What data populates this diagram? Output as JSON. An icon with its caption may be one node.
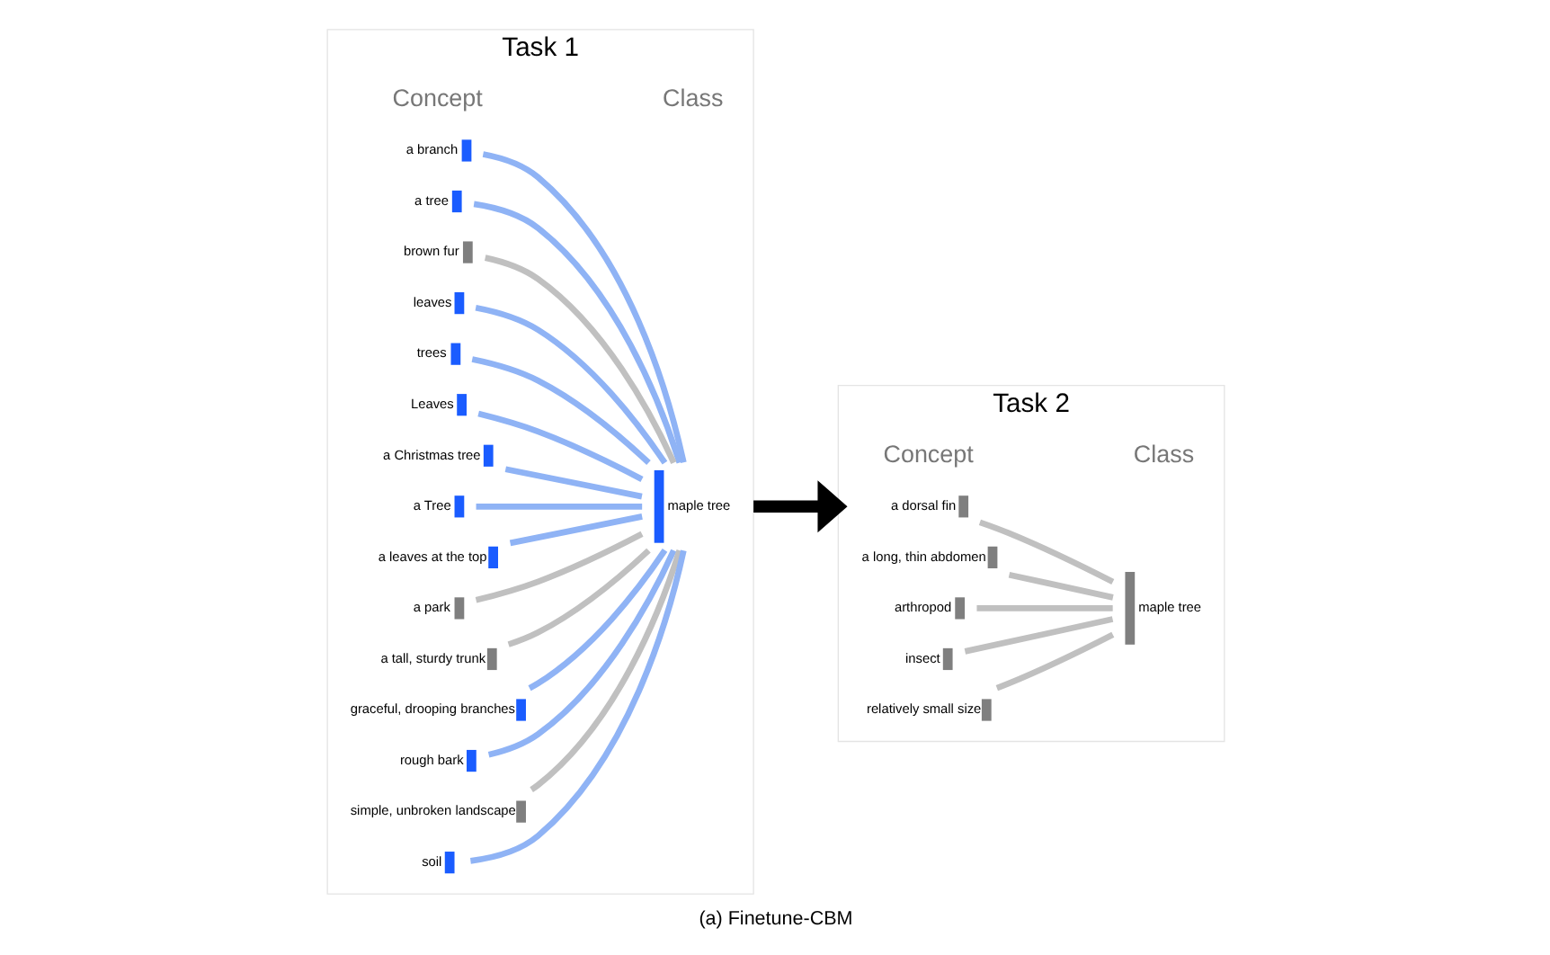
{
  "diagram": {
    "caption": "(a) Finetune-CBM",
    "nodes": [
      {
        "text": [
          "Task 1"
        ]
      },
      {
        "text": [
          "a branch"
        ],
        "in": 0
      },
      {
        "text": [
          "a tree"
        ],
        "in": 0
      },
      {
        "text": [
          "brown fur"
        ],
        "in": 0
      },
      {
        "text": [
          "leaves"
        ],
        "in": 0
      },
      {
        "text": [
          "trees"
        ],
        "in": 0
      },
      {
        "text": [
          "Leaves"
        ],
        "in": 0
      },
      {
        "text": [
          "a Christmas tree"
        ],
        "in": 0
      },
      {
        "text": [
          "a Tree"
        ],
        "in": 0
      },
      {
        "text": [
          "a leaves at the top"
        ],
        "in": 0
      },
      {
        "text": [
          "a park"
        ],
        "in": 0
      },
      {
        "text": [
          "a tall, sturdy trunk"
        ],
        "in": 0
      },
      {
        "text": [
          "graceful, drooping branches"
        ],
        "in": 0
      },
      {
        "text": [
          "rough bark"
        ],
        "in": 0
      },
      {
        "text": [
          "simple, unbroken landscape"
        ],
        "in": 0
      },
      {
        "text": [
          "soil"
        ],
        "in": 0
      },
      {
        "text": [
          "maple tree"
        ],
        "in": 0
      },
      {
        "text": [
          "Task 2"
        ]
      },
      {
        "text": [
          "a dorsal fin"
        ],
        "in": 17
      },
      {
        "text": [
          "a long, thin abdomen"
        ],
        "in": 17
      },
      {
        "text": [
          "arthropod"
        ],
        "in": 17
      },
      {
        "text": [
          "insect"
        ],
        "in": 17
      },
      {
        "text": [
          "relatively small size"
        ],
        "in": 17
      },
      {
        "text": [
          "maple tree"
        ],
        "in": 17
      }
    ],
    "edges": [
      {
        "from": 1,
        "to": 16,
        "arrow": "none"
      },
      {
        "from": 2,
        "to": 16,
        "arrow": "none"
      },
      {
        "from": 3,
        "to": 16,
        "arrow": "none",
        "color": "#c0c0c0"
      },
      {
        "from": 4,
        "to": 16,
        "arrow": "none"
      },
      {
        "from": 5,
        "to": 16,
        "arrow": "none"
      },
      {
        "from": 6,
        "to": 16,
        "arrow": "none"
      },
      {
        "from": 7,
        "to": 16,
        "arrow": "none"
      },
      {
        "from": 8,
        "to": 16,
        "arrow": "none"
      },
      {
        "from": 9,
        "to": 16,
        "arrow": "none"
      },
      {
        "from": 10,
        "to": 16,
        "arrow": "none",
        "color": "#c0c0c0"
      },
      {
        "from": 11,
        "to": 16,
        "arrow": "none",
        "color": "#c0c0c0"
      },
      {
        "from": 12,
        "to": 16,
        "arrow": "none"
      },
      {
        "from": 13,
        "to": 16,
        "arrow": "none"
      },
      {
        "from": 14,
        "to": 16,
        "arrow": "none",
        "color": "#c0c0c0"
      },
      {
        "from": 15,
        "to": 16,
        "arrow": "none"
      },
      {
        "from": 0,
        "to": 17,
        "arrow": "to",
        "style": "thick",
        "color": "#000000"
      },
      {
        "from": 18,
        "to": 23,
        "arrow": "none",
        "color": "#c0c0c0"
      },
      {
        "from": 19,
        "to": 23,
        "arrow": "none",
        "color": "#c0c0c0"
      },
      {
        "from": 20,
        "to": 23,
        "arrow": "none",
        "color": "#c0c0c0"
      },
      {
        "from": 21,
        "to": 23,
        "arrow": "none",
        "color": "#c0c0c0"
      },
      {
        "from": 22,
        "to": 23,
        "arrow": "none",
        "color": "#c0c0c0"
      }
    ],
    "labels": [
      "Concept",
      "Class",
      "Concept",
      "Class"
    ]
  }
}
